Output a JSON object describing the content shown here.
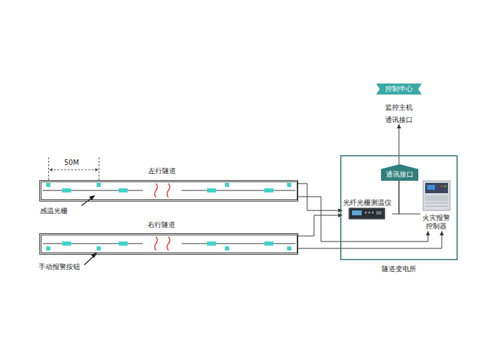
{
  "diagram": {
    "nodes": [
      {
        "text": [
          "控制中心"
        ]
      },
      {
        "text": [
          "监控主机",
          "通讯接口"
        ]
      },
      {
        "text": [
          "左行隧道"
        ]
      },
      {
        "text": [
          "右行隧道"
        ]
      },
      {
        "text": [
          "隧道变电所"
        ]
      },
      {
        "text": [
          "通讯接口"
        ],
        "in": 4
      },
      {
        "text": [
          "光纤光栅测温仪"
        ],
        "in": 4
      },
      {
        "text": [
          "火灾报警 控制器"
        ],
        "in": 4
      }
    ],
    "edges": [
      {
        "from": 2,
        "to": 6,
        "arrow": "to"
      },
      {
        "from": 2,
        "to": 7,
        "arrow": "to"
      },
      {
        "from": 3,
        "to": 6,
        "arrow": "to"
      },
      {
        "from": 3,
        "to": 7,
        "arrow": "to"
      },
      {
        "from": 6,
        "to": 5,
        "arrow": "none"
      },
      {
        "from": 7,
        "to": 5,
        "arrow": "none"
      },
      {
        "from": 5,
        "to": 1,
        "arrow": "to"
      }
    ],
    "labels": [
      "50M",
      "感温光栅",
      "手动报警按钮"
    ]
  }
}
